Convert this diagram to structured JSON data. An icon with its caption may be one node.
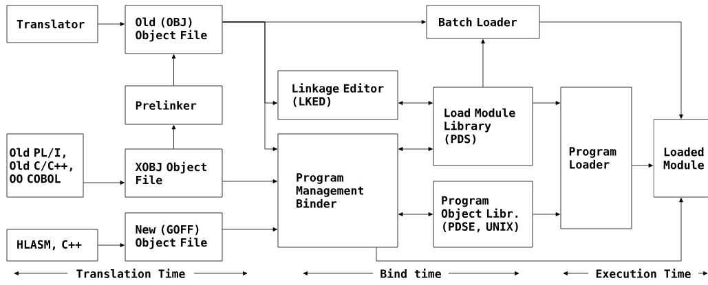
{
  "diagram": {
    "nodes": [
      {
        "text": [
          "Translator"
        ]
      },
      {
        "text": [
          "Old (OBJ) Object File"
        ]
      },
      {
        "text": [
          "Prelinker"
        ]
      },
      {
        "text": [
          "Old PL/I, Old C/C++, OO COBOL"
        ]
      },
      {
        "text": [
          "XOBJ Object File"
        ]
      },
      {
        "text": [
          "HLASM, C++"
        ]
      },
      {
        "text": [
          "New (GOFF) Object File"
        ]
      },
      {
        "text": [
          "Batch Loader"
        ]
      },
      {
        "text": [
          "Linkage Editor (LKED)"
        ]
      },
      {
        "text": [
          "Load Module Library (PDS)"
        ]
      },
      {
        "text": [
          "Program Management Binder"
        ]
      },
      {
        "text": [
          "Program Object Libr. (PDSE, UNIX)"
        ]
      },
      {
        "text": [
          "Program Loader"
        ]
      },
      {
        "text": [
          "Loaded Module"
        ]
      }
    ],
    "edges": [
      {
        "from": 0,
        "to": 1,
        "arrow": "to"
      },
      {
        "from": 1,
        "to": 7,
        "arrow": "to"
      },
      {
        "from": 1,
        "to": 8,
        "arrow": "to"
      },
      {
        "from": 1,
        "to": 10,
        "arrow": "to"
      },
      {
        "from": 2,
        "to": 1,
        "arrow": "to"
      },
      {
        "from": 4,
        "to": 2,
        "arrow": "to"
      },
      {
        "from": 3,
        "to": 4,
        "arrow": "to"
      },
      {
        "from": 4,
        "to": 10,
        "arrow": "to"
      },
      {
        "from": 5,
        "to": 6,
        "arrow": "to"
      },
      {
        "from": 6,
        "to": 10,
        "arrow": "to"
      },
      {
        "from": 9,
        "to": 7,
        "arrow": "to"
      },
      {
        "from": 8,
        "to": 9,
        "arrow": "both"
      },
      {
        "from": 10,
        "to": 9,
        "arrow": "both"
      },
      {
        "from": 10,
        "to": 11,
        "arrow": "both"
      },
      {
        "from": 9,
        "to": 12,
        "arrow": "to"
      },
      {
        "from": 11,
        "to": 12,
        "arrow": "to"
      },
      {
        "from": 12,
        "to": 13,
        "arrow": "to"
      },
      {
        "from": 7,
        "to": 13,
        "arrow": "to"
      },
      {
        "from": 10,
        "to": 13,
        "arrow": "to"
      }
    ],
    "labels": [
      "Translation Time",
      "Bind time",
      "Execution Time"
    ]
  }
}
